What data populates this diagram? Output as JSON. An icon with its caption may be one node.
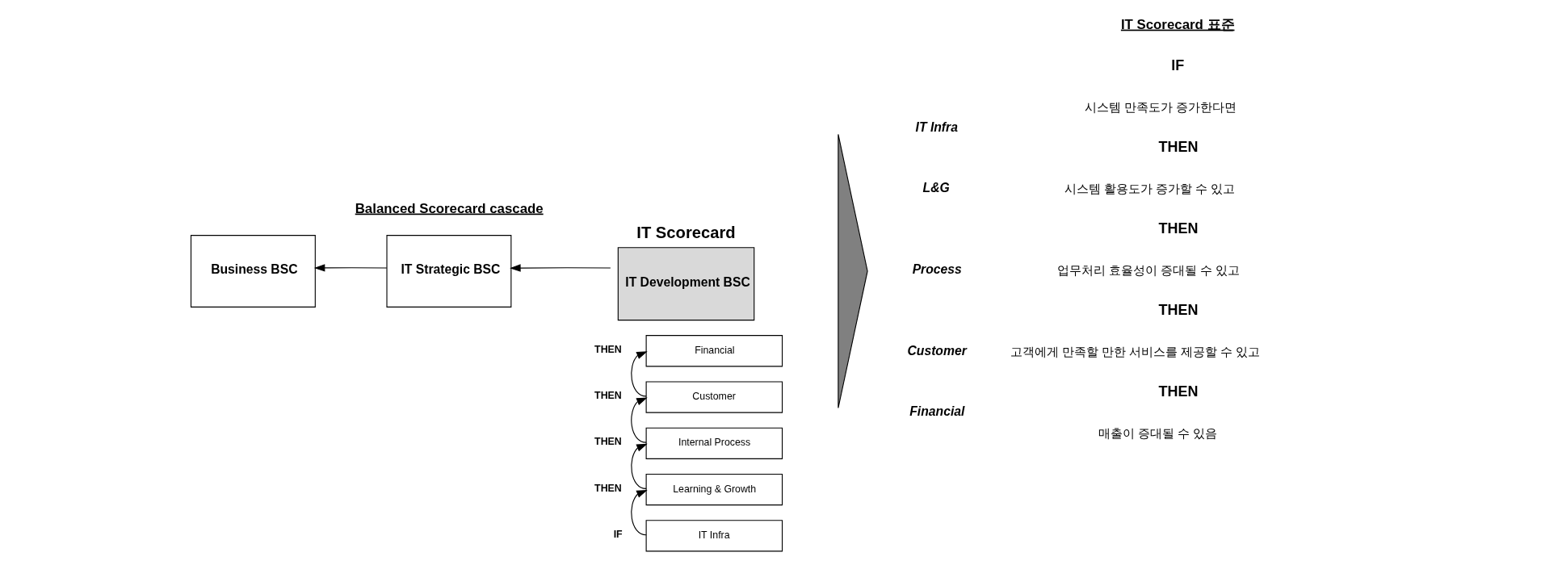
{
  "diagram": {
    "nodes": [
      {
        "text": [
          "Business BSC"
        ]
      },
      {
        "text": [
          "IT Strategic BSC"
        ]
      },
      {
        "text": [
          "IT Scorecard",
          "IT Development BSC"
        ]
      },
      {
        "text": [
          "Financial"
        ],
        "beside": [
          "THEN"
        ]
      },
      {
        "text": [
          "Customer"
        ],
        "beside": [
          "THEN"
        ]
      },
      {
        "text": [
          "Internal Process"
        ],
        "beside": [
          "THEN"
        ]
      },
      {
        "text": [
          "Learning & Growth"
        ],
        "beside": [
          "THEN"
        ]
      },
      {
        "text": [
          "IT Infra"
        ],
        "beside": [
          "IF"
        ]
      },
      {
        "text": [],
        "shape": "triangle"
      }
    ],
    "edges": [
      {
        "from": 2,
        "to": 1,
        "arrow": "to"
      },
      {
        "from": 1,
        "to": 0,
        "arrow": "to"
      },
      {
        "from": 7,
        "to": 6,
        "arrow": "to"
      },
      {
        "from": 6,
        "to": 5,
        "arrow": "to"
      },
      {
        "from": 5,
        "to": 4,
        "arrow": "to"
      },
      {
        "from": 4,
        "to": 3,
        "arrow": "to"
      }
    ],
    "labels": [
      "Balanced Scorecard cascade",
      "IT Scorecard 표준",
      "IF",
      "IT Infra",
      "시스템 만족도가 증가한다면",
      "THEN",
      "L&G",
      "시스템 활용도가 증가할 수 있고",
      "THEN",
      "Process",
      "업무처리 효율성이 증대될 수 있고",
      "THEN",
      "Customer",
      "고객에게 만족할 만한 서비스를 제공할 수 있고",
      "THEN",
      "Financial",
      "매출이 증대될 수 있음"
    ]
  }
}
